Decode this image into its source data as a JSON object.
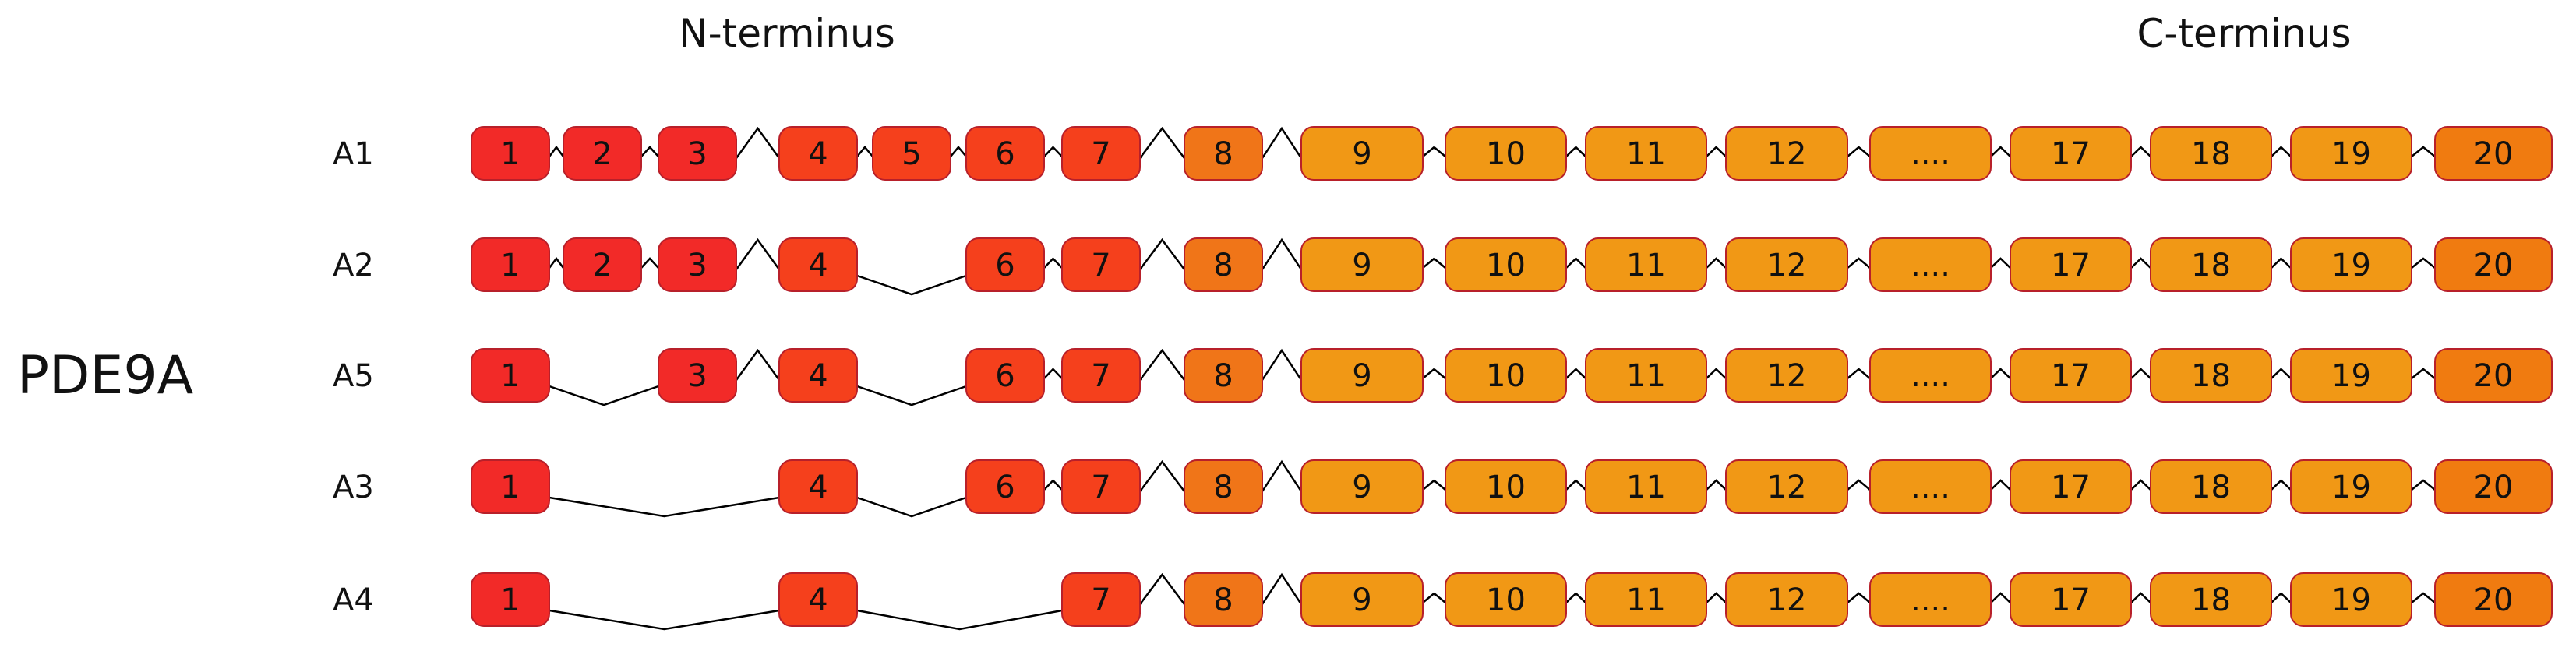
{
  "header": {
    "n_terminus": "N-terminus",
    "c_terminus": "C-terminus"
  },
  "gene_label": "PDE9A",
  "colors": {
    "exon_early": "#f22a28",
    "exon_mid": "#f5401c",
    "exon_8": "#f07518",
    "exon_late": "#f19815",
    "exon_20": "#f07b10",
    "exon_border": "#b8202a",
    "intron_line": "#000000"
  },
  "exon_columns": [
    {
      "id": "1",
      "label": "1"
    },
    {
      "id": "2",
      "label": "2"
    },
    {
      "id": "3",
      "label": "3"
    },
    {
      "id": "4",
      "label": "4"
    },
    {
      "id": "5",
      "label": "5"
    },
    {
      "id": "6",
      "label": "6"
    },
    {
      "id": "7",
      "label": "7"
    },
    {
      "id": "8",
      "label": "8"
    },
    {
      "id": "9",
      "label": "9"
    },
    {
      "id": "10",
      "label": "10"
    },
    {
      "id": "11",
      "label": "11"
    },
    {
      "id": "12",
      "label": "12"
    },
    {
      "id": "dots",
      "label": "...."
    },
    {
      "id": "17",
      "label": "17"
    },
    {
      "id": "18",
      "label": "18"
    },
    {
      "id": "19",
      "label": "19"
    },
    {
      "id": "20",
      "label": "20"
    }
  ],
  "isoforms": [
    {
      "name": "A1",
      "exons": [
        "1",
        "2",
        "3",
        "4",
        "5",
        "6",
        "7",
        "8",
        "9",
        "10",
        "11",
        "12",
        "dots",
        "17",
        "18",
        "19",
        "20"
      ]
    },
    {
      "name": "A2",
      "exons": [
        "1",
        "2",
        "3",
        "4",
        "6",
        "7",
        "8",
        "9",
        "10",
        "11",
        "12",
        "dots",
        "17",
        "18",
        "19",
        "20"
      ]
    },
    {
      "name": "A5",
      "exons": [
        "1",
        "3",
        "4",
        "6",
        "7",
        "8",
        "9",
        "10",
        "11",
        "12",
        "dots",
        "17",
        "18",
        "19",
        "20"
      ]
    },
    {
      "name": "A3",
      "exons": [
        "1",
        "4",
        "6",
        "7",
        "8",
        "9",
        "10",
        "11",
        "12",
        "dots",
        "17",
        "18",
        "19",
        "20"
      ]
    },
    {
      "name": "A4",
      "exons": [
        "1",
        "4",
        "7",
        "8",
        "9",
        "10",
        "11",
        "12",
        "dots",
        "17",
        "18",
        "19",
        "20"
      ]
    }
  ]
}
